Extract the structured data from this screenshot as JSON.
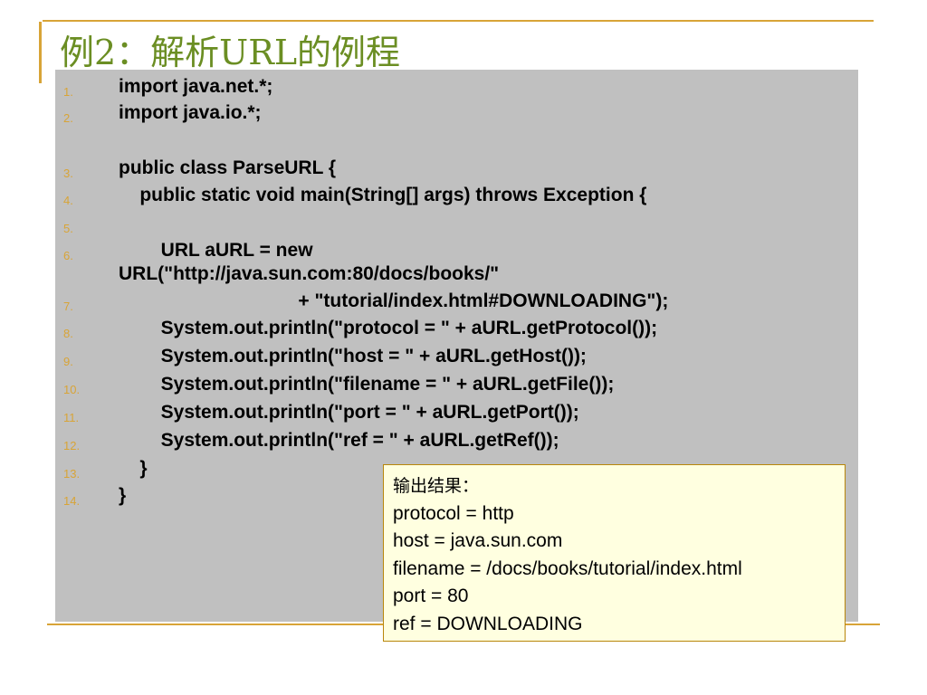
{
  "slide": {
    "title": "例2：解析URL的例程",
    "accent_color": "#d8a437",
    "title_color": "#6b8e23",
    "panel_color": "#c0c0c0"
  },
  "code": {
    "lines": [
      {
        "num": "1.",
        "text": "import java.net.*;"
      },
      {
        "num": "2.",
        "text": "import java.io.*;"
      },
      {
        "num": "3.",
        "text": "public class ParseURL {"
      },
      {
        "num": "4.",
        "text": "    public static void main(String[] args) throws Exception {"
      },
      {
        "num": "5.",
        "text": ""
      },
      {
        "num": "6.",
        "text": "        URL aURL = new",
        "cont": "URL(\"http://java.sun.com:80/docs/books/\""
      },
      {
        "num": "7.",
        "text": "                                  + \"tutorial/index.html#DOWNLOADING\");"
      },
      {
        "num": "8.",
        "text": "        System.out.println(\"protocol = \" + aURL.getProtocol());"
      },
      {
        "num": "9.",
        "text": "        System.out.println(\"host = \" + aURL.getHost());"
      },
      {
        "num": "10.",
        "text": "        System.out.println(\"filename = \" + aURL.getFile());"
      },
      {
        "num": "11.",
        "text": "        System.out.println(\"port = \" + aURL.getPort());"
      },
      {
        "num": "12.",
        "text": "        System.out.println(\"ref = \" + aURL.getRef());"
      },
      {
        "num": "13.",
        "text": "    }"
      },
      {
        "num": "14.",
        "text": "}"
      }
    ]
  },
  "output": {
    "title": "输出结果：",
    "lines": [
      "protocol = http",
      "host = java.sun.com",
      "filename = /docs/books/tutorial/index.html",
      "port = 80",
      "ref = DOWNLOADING"
    ]
  }
}
